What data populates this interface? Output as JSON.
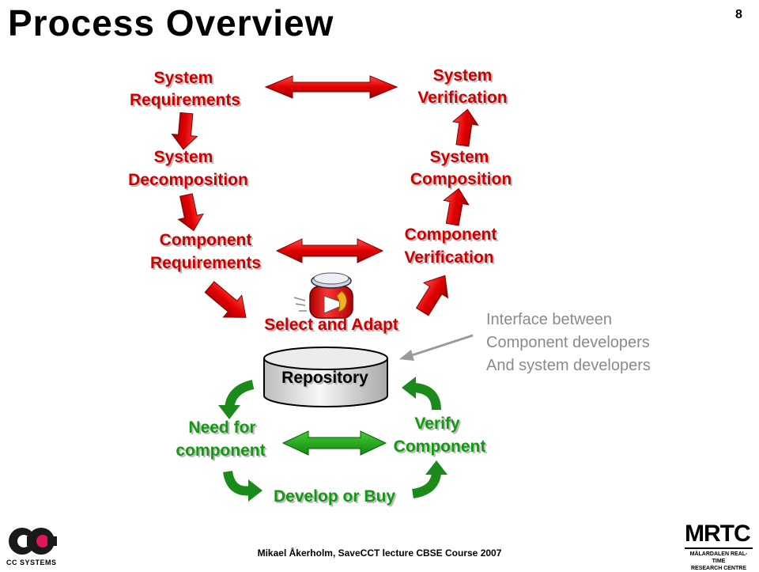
{
  "title": "Process Overview",
  "page_number": "8",
  "nodes": {
    "system_requirements": [
      "System",
      "Requirements"
    ],
    "system_verification": [
      "System",
      "Verification"
    ],
    "system_decomposition": [
      "System",
      "Decomposition"
    ],
    "system_composition": [
      "System",
      "Composition"
    ],
    "component_requirements": [
      "Component",
      "Requirements"
    ],
    "component_verification": [
      "Component",
      "Verification"
    ],
    "select_and_adapt": "Select and Adapt",
    "repository": "Repository",
    "need_for_component": [
      "Need for",
      "component"
    ],
    "verify_component": [
      "Verify",
      "Component"
    ],
    "develop_or_buy": "Develop or Buy"
  },
  "note": [
    "Interface between",
    "Component developers",
    "And system developers"
  ],
  "footer": "Mikael Åkerholm, SaveCCT lecture CBSE Course 2007",
  "logos": {
    "cc_text": "CC SYSTEMS",
    "mrtc_name": "MRTC",
    "mrtc_sub": [
      "MÄLARDALEN REAL-TIME",
      "RESEARCH CENTRE"
    ]
  },
  "colors": {
    "red": "#cc0000",
    "green": "#119911",
    "note_gray": "#8a8a8a"
  }
}
